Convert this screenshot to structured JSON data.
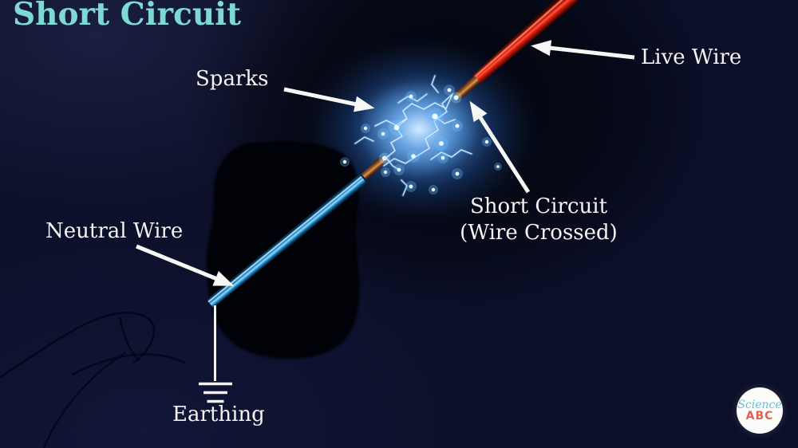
{
  "title": "Short Circuit",
  "labels": {
    "sparks": "Sparks",
    "live_wire": "Live Wire",
    "neutral_wire": "Neutral Wire",
    "short_circuit_line1": "Short Circuit",
    "short_circuit_line2": "(Wire Crossed)",
    "earthing": "Earthing"
  },
  "logo": {
    "brand_line1": "Science",
    "brand_line2": "ABC"
  },
  "icons": {
    "sparks_arrow": "white arrow pointing to spark cloud",
    "live_wire_arrow": "white arrow pointing to red wire",
    "short_circuit_arrow": "white arrow pointing to crossed wire tips",
    "neutral_wire_arrow": "white arrow pointing to blue wire",
    "earthing_symbol": "ground symbol (three shrinking bars)"
  },
  "colors": {
    "background": "#0b0f28",
    "title_teal": "#7ed9d4",
    "label_white": "#f3f3f1",
    "live_wire_red": "#e02013",
    "neutral_wire_blue": "#1f86c8",
    "copper": "#a5622f",
    "spark_blue": "#4aa8f0",
    "logo_science_blue": "#5fc2d6",
    "logo_abc_orange": "#e2604d"
  }
}
